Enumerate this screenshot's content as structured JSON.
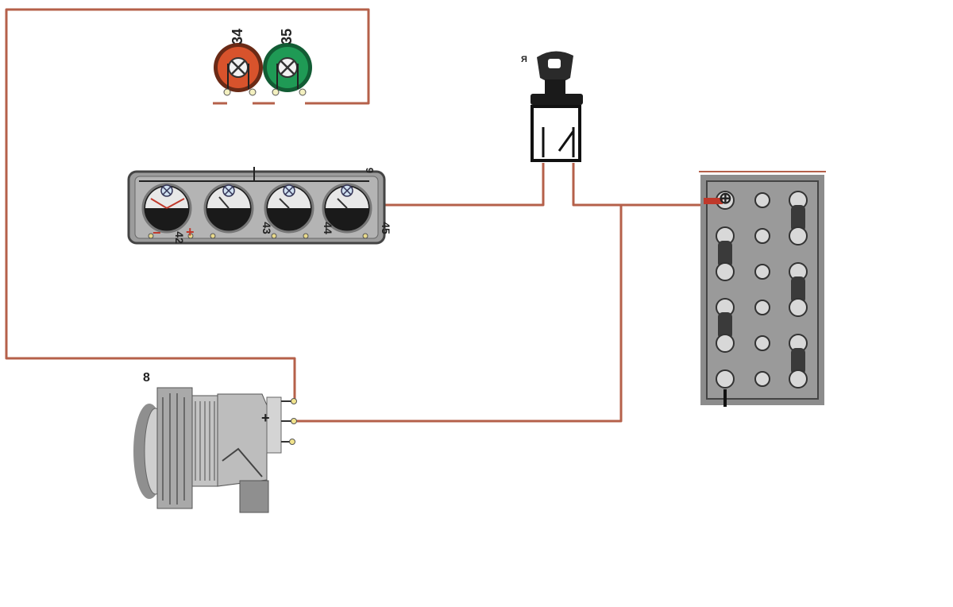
{
  "colors": {
    "wire": "#b5604a",
    "lamp_warning": "#d8532c",
    "lamp_ok": "#1f9a55",
    "panel": "#9c9c9c",
    "gauge_face": "#141414",
    "battery": "#8c8c8c",
    "alternator": "#b9b9b9"
  },
  "labels": {
    "lamp_warning_number": "34",
    "lamp_ok_number": "35",
    "panel_number": "9",
    "switch_number": "Я",
    "alternator_number": "8",
    "gauge_1_number": "42",
    "gauge_2_number": "43",
    "gauge_3_number": "44",
    "gauge_4_number": "45",
    "panel_minus": "−",
    "panel_plus": "+",
    "battery_plus": "⊕",
    "alternator_plus": "+"
  },
  "components": {
    "lamps": [
      {
        "number": "34",
        "color": "lamp_warning"
      },
      {
        "number": "35",
        "color": "lamp_ok"
      }
    ],
    "gauges": [
      {
        "number": "42",
        "scale": "V"
      },
      {
        "number": "43",
        "scale": ""
      },
      {
        "number": "44",
        "scale": "40 80 120"
      },
      {
        "number": "45",
        "scale": ""
      }
    ],
    "battery": {
      "terminal_positive": "⊕"
    },
    "alternator": {
      "terminal": "+"
    }
  }
}
